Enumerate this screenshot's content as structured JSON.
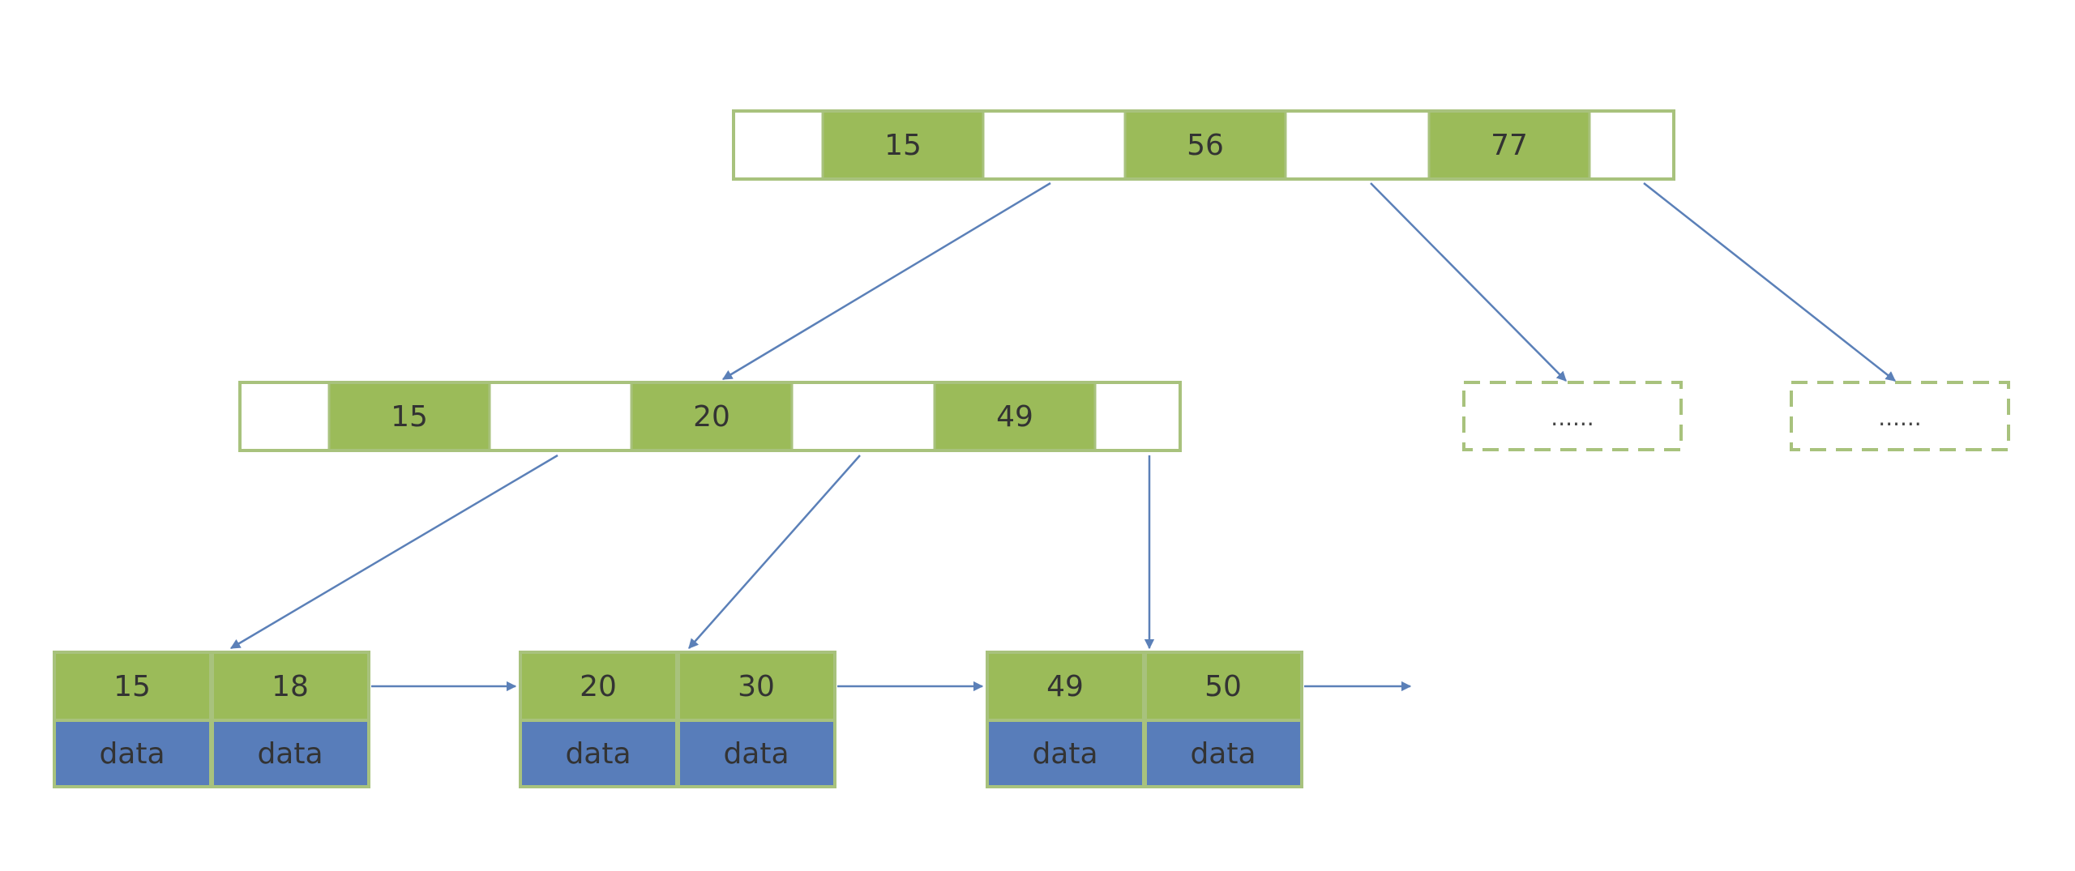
{
  "colors": {
    "key_fill": "#9bbb59",
    "node_border": "#a8c27d",
    "empty_fill": "#ffffff",
    "data_fill": "#587dba",
    "arrow": "#5b80b8",
    "placeholder_border": "#a8c27d"
  },
  "root": {
    "keys": [
      "15",
      "56",
      "77"
    ]
  },
  "internal": {
    "keys": [
      "15",
      "20",
      "49"
    ]
  },
  "placeholders": [
    "......",
    "......"
  ],
  "leaves": [
    {
      "keys": [
        "15",
        "18"
      ],
      "values": [
        "data",
        "data"
      ]
    },
    {
      "keys": [
        "20",
        "30"
      ],
      "values": [
        "data",
        "data"
      ]
    },
    {
      "keys": [
        "49",
        "50"
      ],
      "values": [
        "data",
        "data"
      ]
    }
  ]
}
